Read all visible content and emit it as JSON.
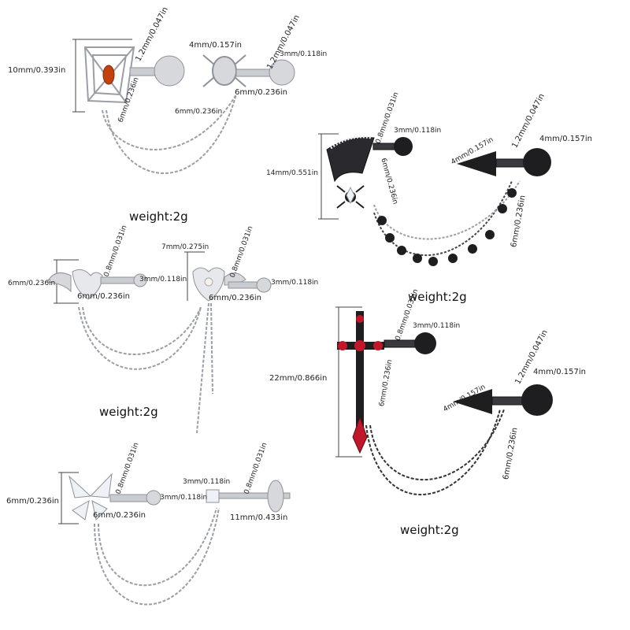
{
  "colors": {
    "silver": "#c9ccd1",
    "silver_dark": "#8e9299",
    "black_metal": "#1e1e20",
    "red_gem": "#c0182a",
    "orange_gem": "#c2410c",
    "clear_gem": "#eef2f6",
    "dimension_line": "#444444"
  },
  "products": [
    {
      "name": "spider-web-silver",
      "labels": {
        "height": "10mm/0.393in",
        "bar_gauge": "1.2mm/0.047in",
        "ball": "4mm/0.157in",
        "bar_length": "6mm/0.236in",
        "spider_gauge": "1.2mm/0.047in",
        "spider_ball": "3mm/0.118in",
        "spider_bar": "6mm/0.236in",
        "left_bar": "6mm/0.236in"
      },
      "weight": "weight:2g"
    },
    {
      "name": "spider-web-black",
      "labels": {
        "height": "14mm/0.551in",
        "gauge": "0.8mm/0.031in",
        "ball": "3mm/0.118in",
        "bar_length": "6mm/0.236in",
        "spike": "4mm/0.157in",
        "spike_gauge": "1.2mm/0.047in",
        "spike_ball": "4mm/0.157in",
        "spike_bar": "6mm/0.236in"
      },
      "weight": "weight:2g"
    },
    {
      "name": "heart-crown-silver",
      "labels": {
        "height": "6mm/0.236in",
        "gauge": "0.8mm/0.031in",
        "ball": "3mm/0.118in",
        "bar_length": "6mm/0.236in",
        "crown_width": "7mm/0.275in",
        "crown_gauge": "0.8mm/0.031in",
        "crown_ball": "3mm/0.118in",
        "crown_bar": "6mm/0.236in"
      },
      "weight": "weight:2g"
    },
    {
      "name": "sword-red",
      "labels": {
        "height": "22mm/0.866in",
        "gauge": "0.8mm/0.031in",
        "ball": "3mm/0.118in",
        "bar_length": "6mm/0.236in",
        "spike": "4mm/0.157in",
        "spike_gauge": "1.2mm/0.047in",
        "spike_ball": "4mm/0.157in",
        "spike_bar": "6mm/0.236in"
      },
      "weight": "weight:2g"
    },
    {
      "name": "butterfly-square-silver",
      "labels": {
        "height": "6mm/0.236in",
        "gauge": "0.8mm/0.031in",
        "ball": "3mm/0.118in",
        "bar_length": "6mm/0.236in",
        "square": "3mm/0.118in",
        "square_gauge": "0.8mm/0.031in",
        "stud_length": "11mm/0.433in"
      }
    }
  ]
}
